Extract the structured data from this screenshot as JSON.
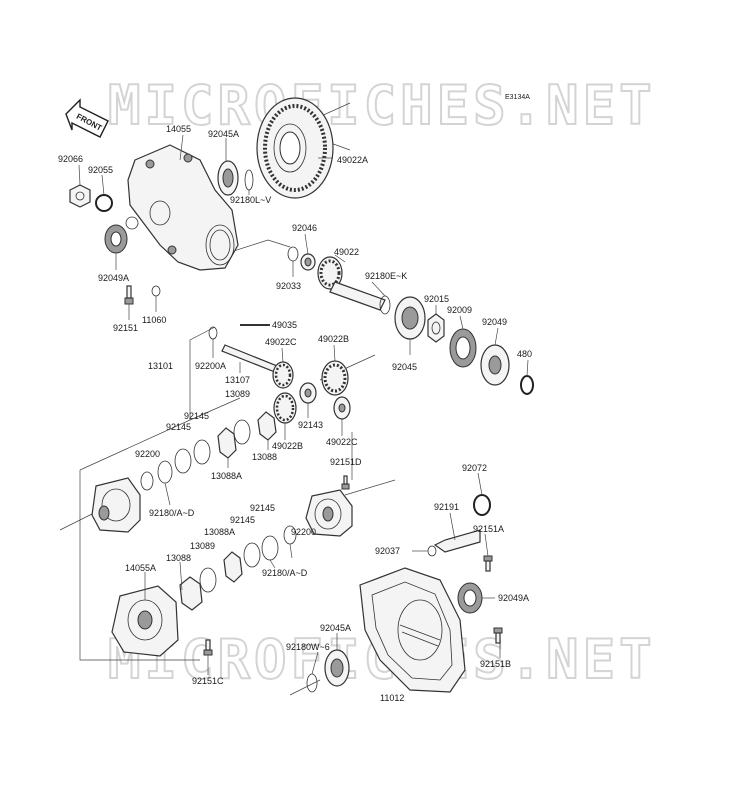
{
  "diagram_code": "E3134A",
  "front_label": "FRONT",
  "watermark": "MICROFICHES.NET",
  "part_labels": {
    "p14055": "14055",
    "p92045A": "92045A",
    "p49022A": "49022A",
    "p92066": "92066",
    "p92055": "92055",
    "p92180LV": "92180L~V",
    "p92049A_top": "92049A",
    "p92046": "92046",
    "p49022": "49022",
    "p92033": "92033",
    "p92180EK": "92180E~K",
    "p92015": "92015",
    "p92009": "92009",
    "p92049": "92049",
    "p480": "480",
    "p92151": "92151",
    "p11060": "11060",
    "p49035": "49035",
    "p92045": "92045",
    "p13101": "13101",
    "p92200A": "92200A",
    "p49022C_a": "49022C",
    "p49022B_a": "49022B",
    "p13107": "13107",
    "p13089_a": "13089",
    "p92145_a": "92145",
    "p92145_b": "92145",
    "p92143": "92143",
    "p49022C_b": "49022C",
    "p49022B_b": "49022B",
    "p13088_a": "13088",
    "p13088A_a": "13088A",
    "p92200_a": "92200",
    "p92180AD_a": "92180/A~D",
    "p92151D": "92151D",
    "p92072": "92072",
    "p92191": "92191",
    "p92151A": "92151A",
    "p92145_c": "92145",
    "p92145_d": "92145",
    "p13088A_b": "13088A",
    "p13089_b": "13089",
    "p92200_b": "92200",
    "p92037": "92037",
    "p13088_b": "13088",
    "p14055A": "14055A",
    "p92180AD_b": "92180/A~D",
    "p92049A_bot": "92049A",
    "p92045A_b": "92045A",
    "p92180W6": "92180W~6",
    "p92151C": "92151C",
    "p92151B": "92151B",
    "p11012": "11012"
  }
}
